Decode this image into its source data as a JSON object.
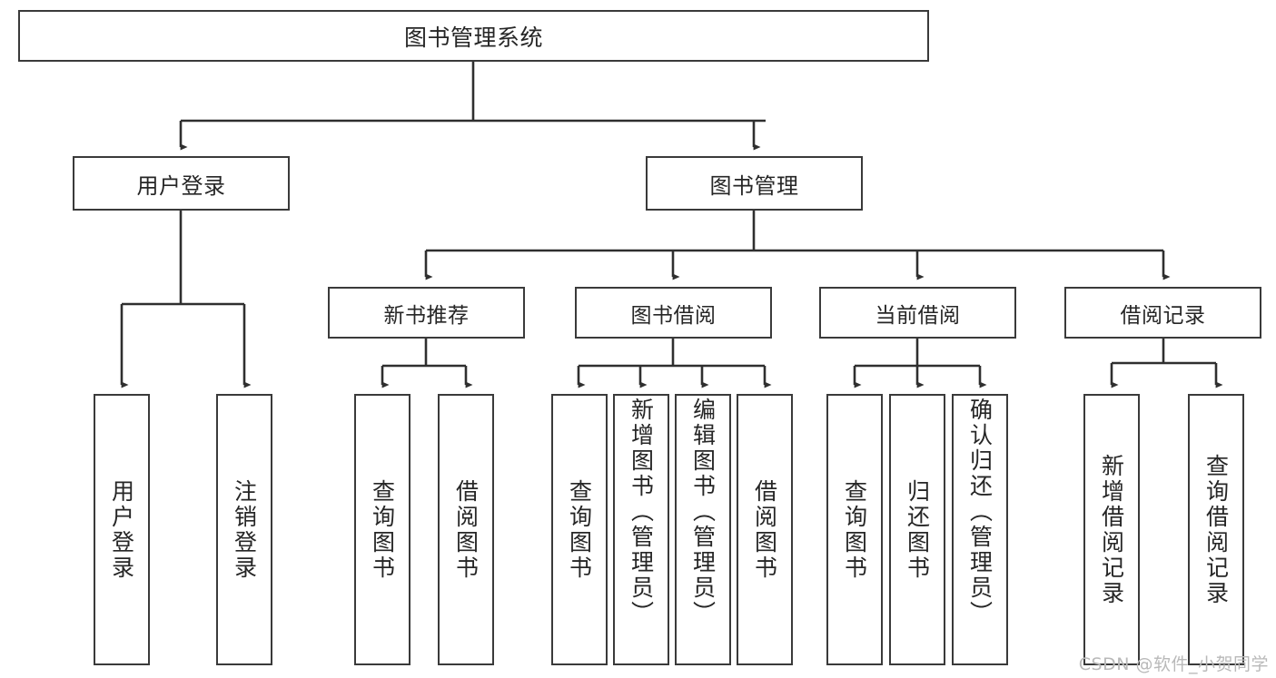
{
  "diagram": {
    "title": "图书管理系统",
    "type": "tree",
    "watermark": "CSDN @软件_小贺同学",
    "colors": {
      "box_border": "#3a3a3a",
      "box_fill": "#ffffff",
      "connector": "#2f2f2f",
      "text": "#262626",
      "watermark": "#b9b9b9",
      "background": "#ffffff"
    },
    "root": {
      "label": "图书管理系统"
    },
    "level2": [
      {
        "label": "用户登录"
      },
      {
        "label": "图书管理"
      }
    ],
    "level3": [
      {
        "label": "新书推荐"
      },
      {
        "label": "图书借阅"
      },
      {
        "label": "当前借阅"
      },
      {
        "label": "借阅记录"
      }
    ],
    "leaves": {
      "user_login": [
        {
          "label": "用户登录"
        },
        {
          "label": "注销登录"
        }
      ],
      "new_book_recommend": [
        {
          "label": "查询图书"
        },
        {
          "label": "借阅图书"
        }
      ],
      "book_borrow": [
        {
          "label": "查询图书"
        },
        {
          "label": "新增图书（管理员）"
        },
        {
          "label": "编辑图书（管理员）"
        },
        {
          "label": "借阅图书"
        }
      ],
      "current_borrow": [
        {
          "label": "查询图书"
        },
        {
          "label": "归还图书"
        },
        {
          "label": "确认归还（管理员）"
        }
      ],
      "borrow_record": [
        {
          "label": "新增借阅记录"
        },
        {
          "label": "查询借阅记录"
        }
      ]
    }
  }
}
